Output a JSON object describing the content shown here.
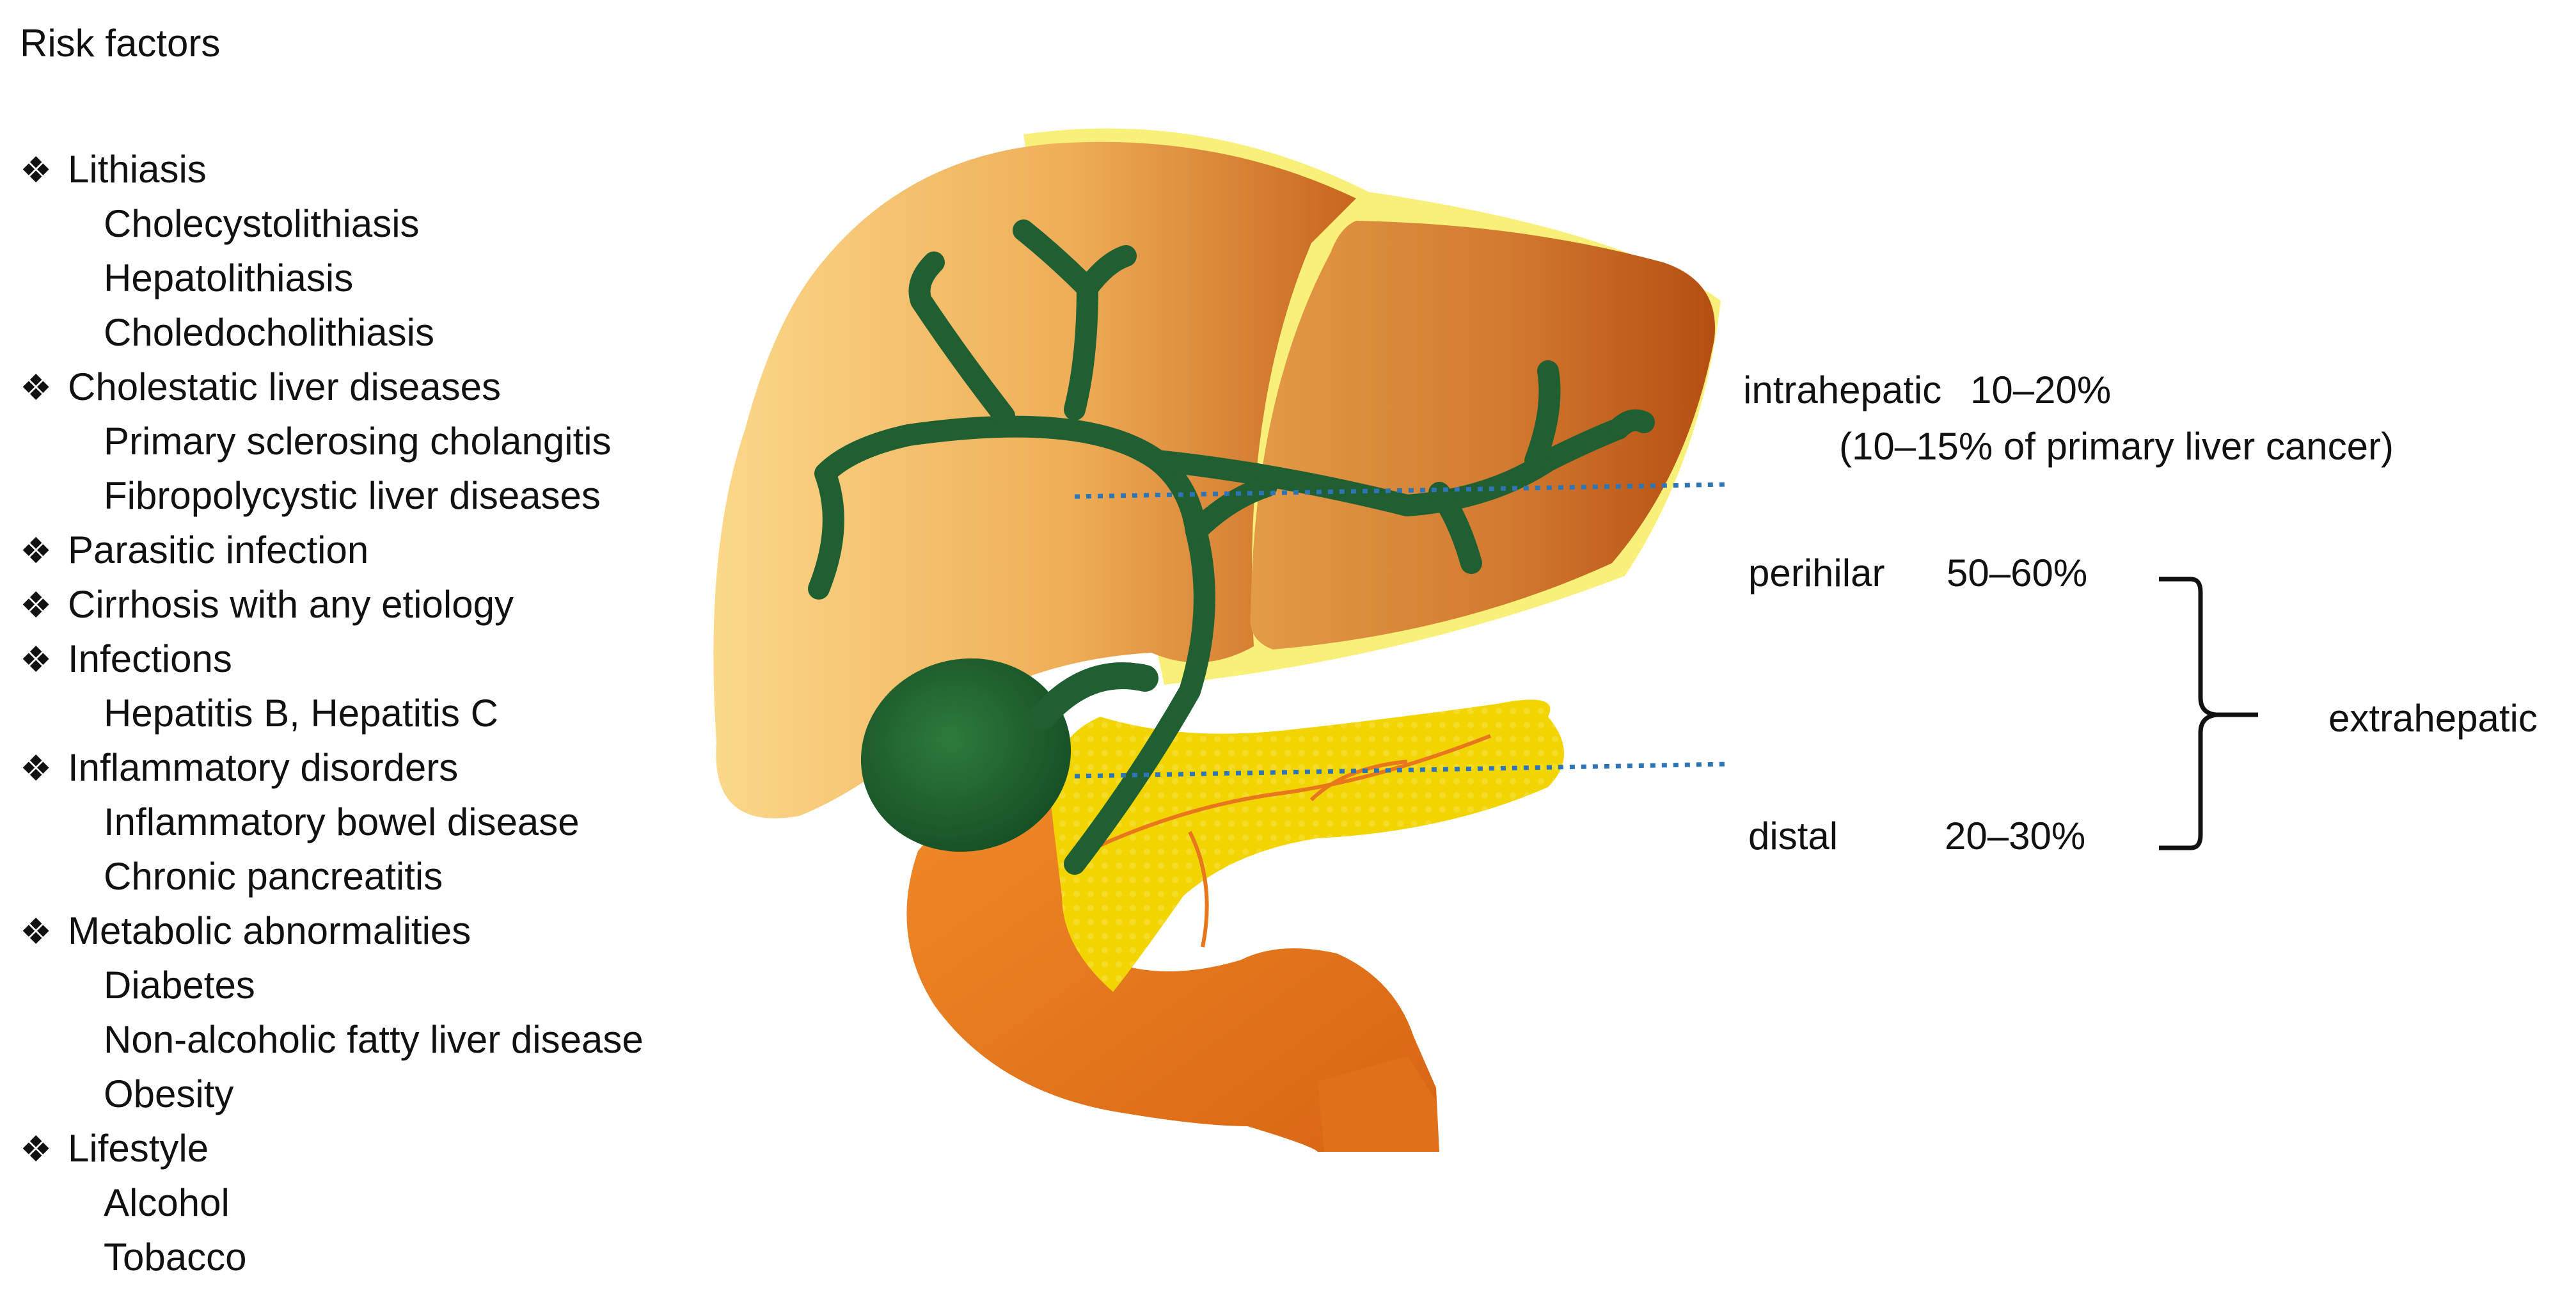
{
  "title": "Risk factors",
  "risk_factors": [
    {
      "name": "Lithiasis",
      "items": [
        "Cholecystolithiasis",
        "Hepatolithiasis",
        "Choledocholithiasis"
      ]
    },
    {
      "name": "Cholestatic liver diseases",
      "items": [
        "Primary sclerosing cholangitis",
        "Fibropolycystic liver diseases"
      ]
    },
    {
      "name": "Parasitic infection",
      "items": []
    },
    {
      "name": "Cirrhosis with any etiology",
      "items": []
    },
    {
      "name": "Infections",
      "items": [
        "Hepatitis B, Hepatitis C"
      ]
    },
    {
      "name": "Inflammatory  disorders",
      "items": [
        "Inflammatory  bowel disease",
        "Chronic pancreatitis"
      ]
    },
    {
      "name": "Metabolic abnormalities",
      "items": [
        "Diabetes",
        "Non-alcoholic fatty liver disease",
        "Obesity"
      ]
    },
    {
      "name": "Lifestyle",
      "items": [
        "Alcohol",
        "Tobacco"
      ]
    }
  ],
  "bullet_glyph": "❖",
  "locations": {
    "intrahepatic": {
      "label": "intrahepatic",
      "pct": "10–20%",
      "note": "(10–15% of primary liver cancer)"
    },
    "perihilar": {
      "label": "perihilar",
      "pct": "50–60%"
    },
    "distal": {
      "label": "distal",
      "pct": "20–30%"
    },
    "extrahepatic": {
      "label": "extrahepatic"
    }
  },
  "colors": {
    "liver_light": "#F8CC6A",
    "liver_dark": "#C55A1A",
    "bile_duct": "#1F5F32",
    "gallbladder": "#1E5A2C",
    "pancreas": "#F2D400",
    "duodenum": "#E8761C",
    "divider": "#2E75B6"
  }
}
